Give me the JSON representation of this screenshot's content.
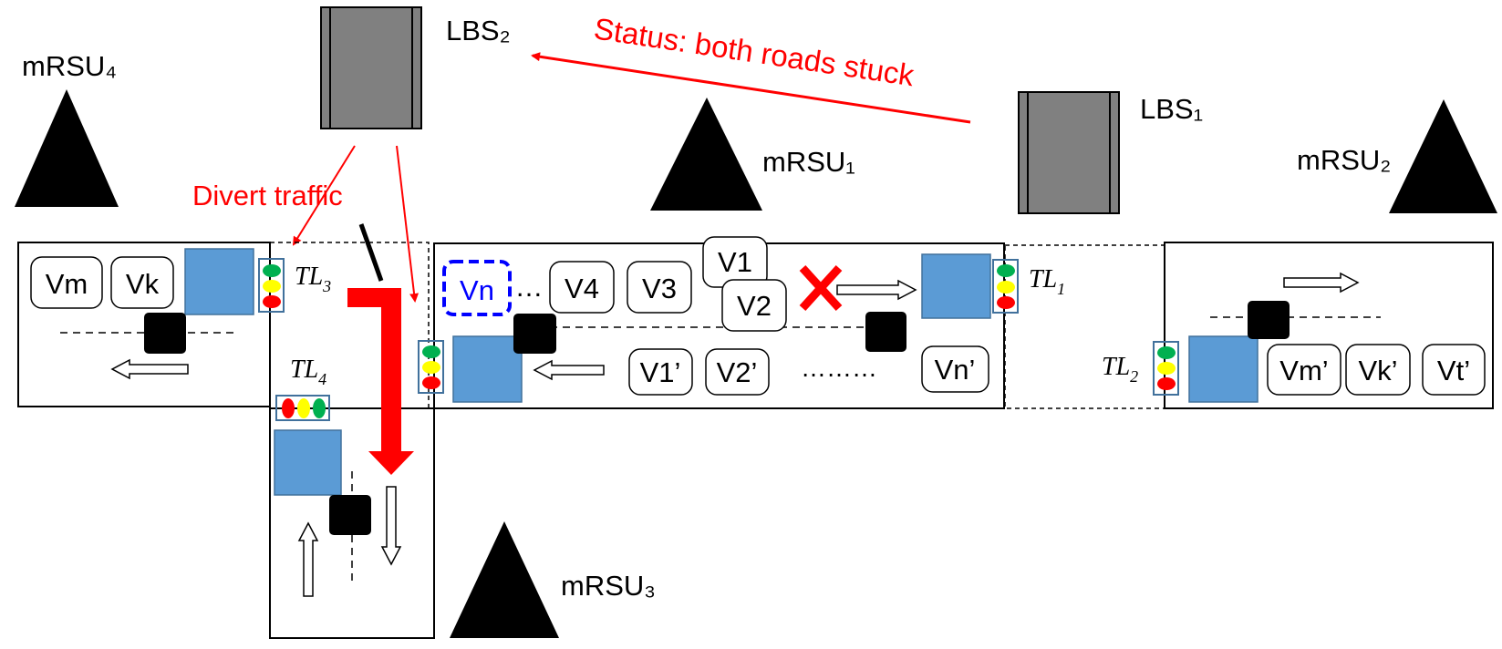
{
  "colors": {
    "annotation": "#ff0000",
    "roadside_unit": "#000000",
    "base_station": "#808080",
    "vehicle_block": "#5b9bd5",
    "light_green": "#00b050",
    "light_yellow": "#ffff00",
    "light_red": "#ff0000",
    "highlight_vehicle": "#0000ff"
  },
  "icons": {
    "roadside_unit": "triangle-icon",
    "base_station": "building-icon",
    "traffic_light": "traffic-light-icon",
    "blocked": "red-x-icon",
    "sensor": "black-square-icon"
  },
  "labels": {
    "mrsu1": "mRSU₁",
    "mrsu2": "mRSU₂",
    "mrsu3": "mRSU₃",
    "mrsu4": "mRSU₄",
    "lbs1": "LBS₁",
    "lbs2": "LBS₂",
    "tl1": "TL",
    "tl1_sub": "1",
    "tl2": "TL",
    "tl2_sub": "2",
    "tl3": "TL",
    "tl3_sub": "3",
    "tl4": "TL",
    "tl4_sub": "4"
  },
  "annotations": {
    "status": "Status: both roads stuck",
    "divert": "Divert traffic"
  },
  "vehicles": {
    "left_road": [
      "Vm",
      "Vk"
    ],
    "center_top": [
      "Vn",
      "…",
      "V4",
      "V3",
      "V1",
      "V2"
    ],
    "center_bottom": [
      "V1’",
      "V2’",
      "………",
      "Vn’"
    ],
    "right_road": [
      "Vm’",
      "Vk’",
      "Vt’"
    ]
  }
}
